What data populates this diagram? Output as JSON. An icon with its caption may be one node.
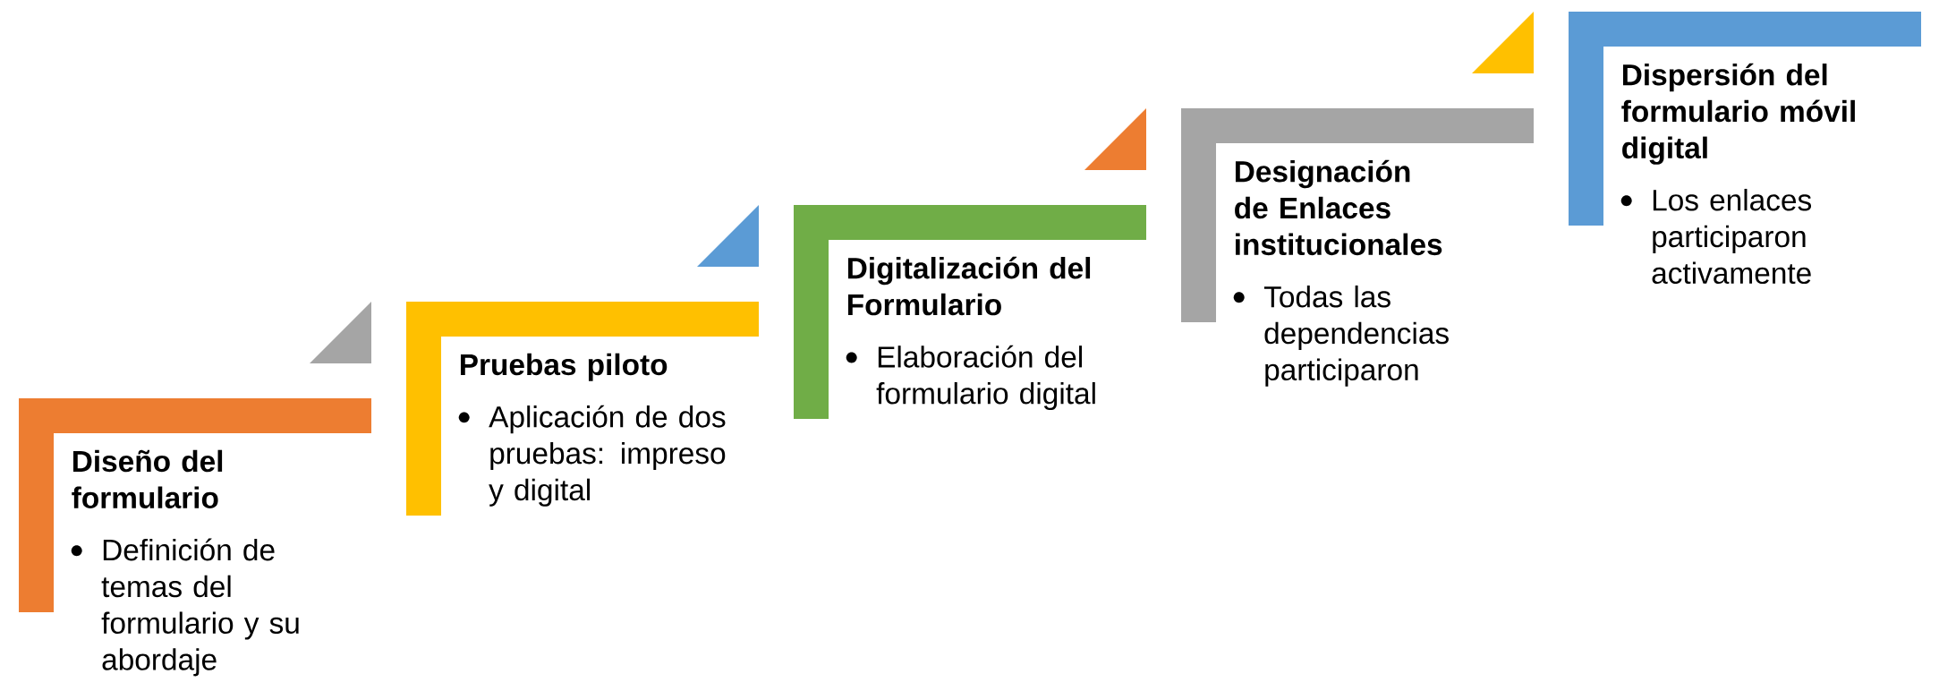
{
  "diagram": {
    "nodes": [
      {
        "text": [
          "Diseño del formulario",
          "Definición de temas del formulario y su abordaje"
        ]
      },
      {
        "text": [
          "Pruebas piloto",
          "Aplicación de dos pruebas: impreso y digital"
        ]
      },
      {
        "text": [
          "Digitalización del Formulario",
          "Elaboración del formulario digital"
        ]
      },
      {
        "text": [
          "Designación de Enlaces institucionales",
          "Todas las dependencias participaron"
        ]
      },
      {
        "text": [
          "Dispersión del formulario móvil digital",
          "Los enlaces participaron activamente"
        ]
      }
    ]
  }
}
